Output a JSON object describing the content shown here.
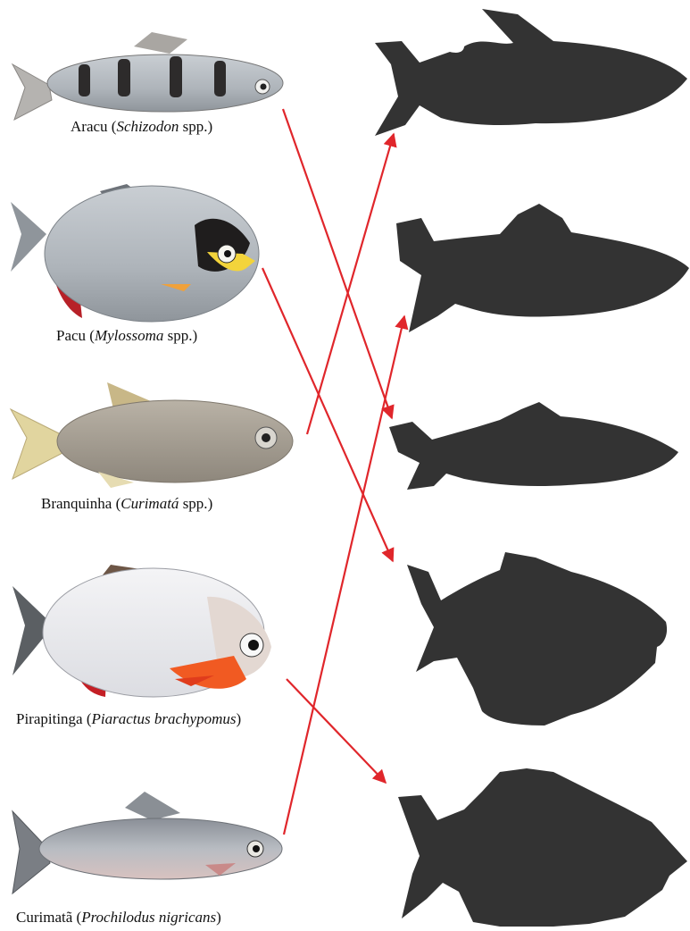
{
  "fish": [
    {
      "common": "Aracu",
      "scientific": "Schizodon",
      "suffix": "spp.",
      "matched_silhouette": 3
    },
    {
      "common": "Pacu",
      "scientific": "Mylossoma",
      "suffix": "spp.",
      "matched_silhouette": 4
    },
    {
      "common": "Branquinha",
      "scientific": "Curimatá",
      "suffix": "spp.",
      "matched_silhouette": 1
    },
    {
      "common": "Pirapitinga",
      "scientific": "Piaractus brachypomus",
      "suffix": "",
      "matched_silhouette": 5
    },
    {
      "common": "Curimatã",
      "scientific": "Prochilodus nigricans",
      "suffix": "",
      "matched_silhouette": 2
    }
  ],
  "colors": {
    "arrow": "#e0262b",
    "silhouette": "#333333",
    "background": "#ffffff"
  }
}
